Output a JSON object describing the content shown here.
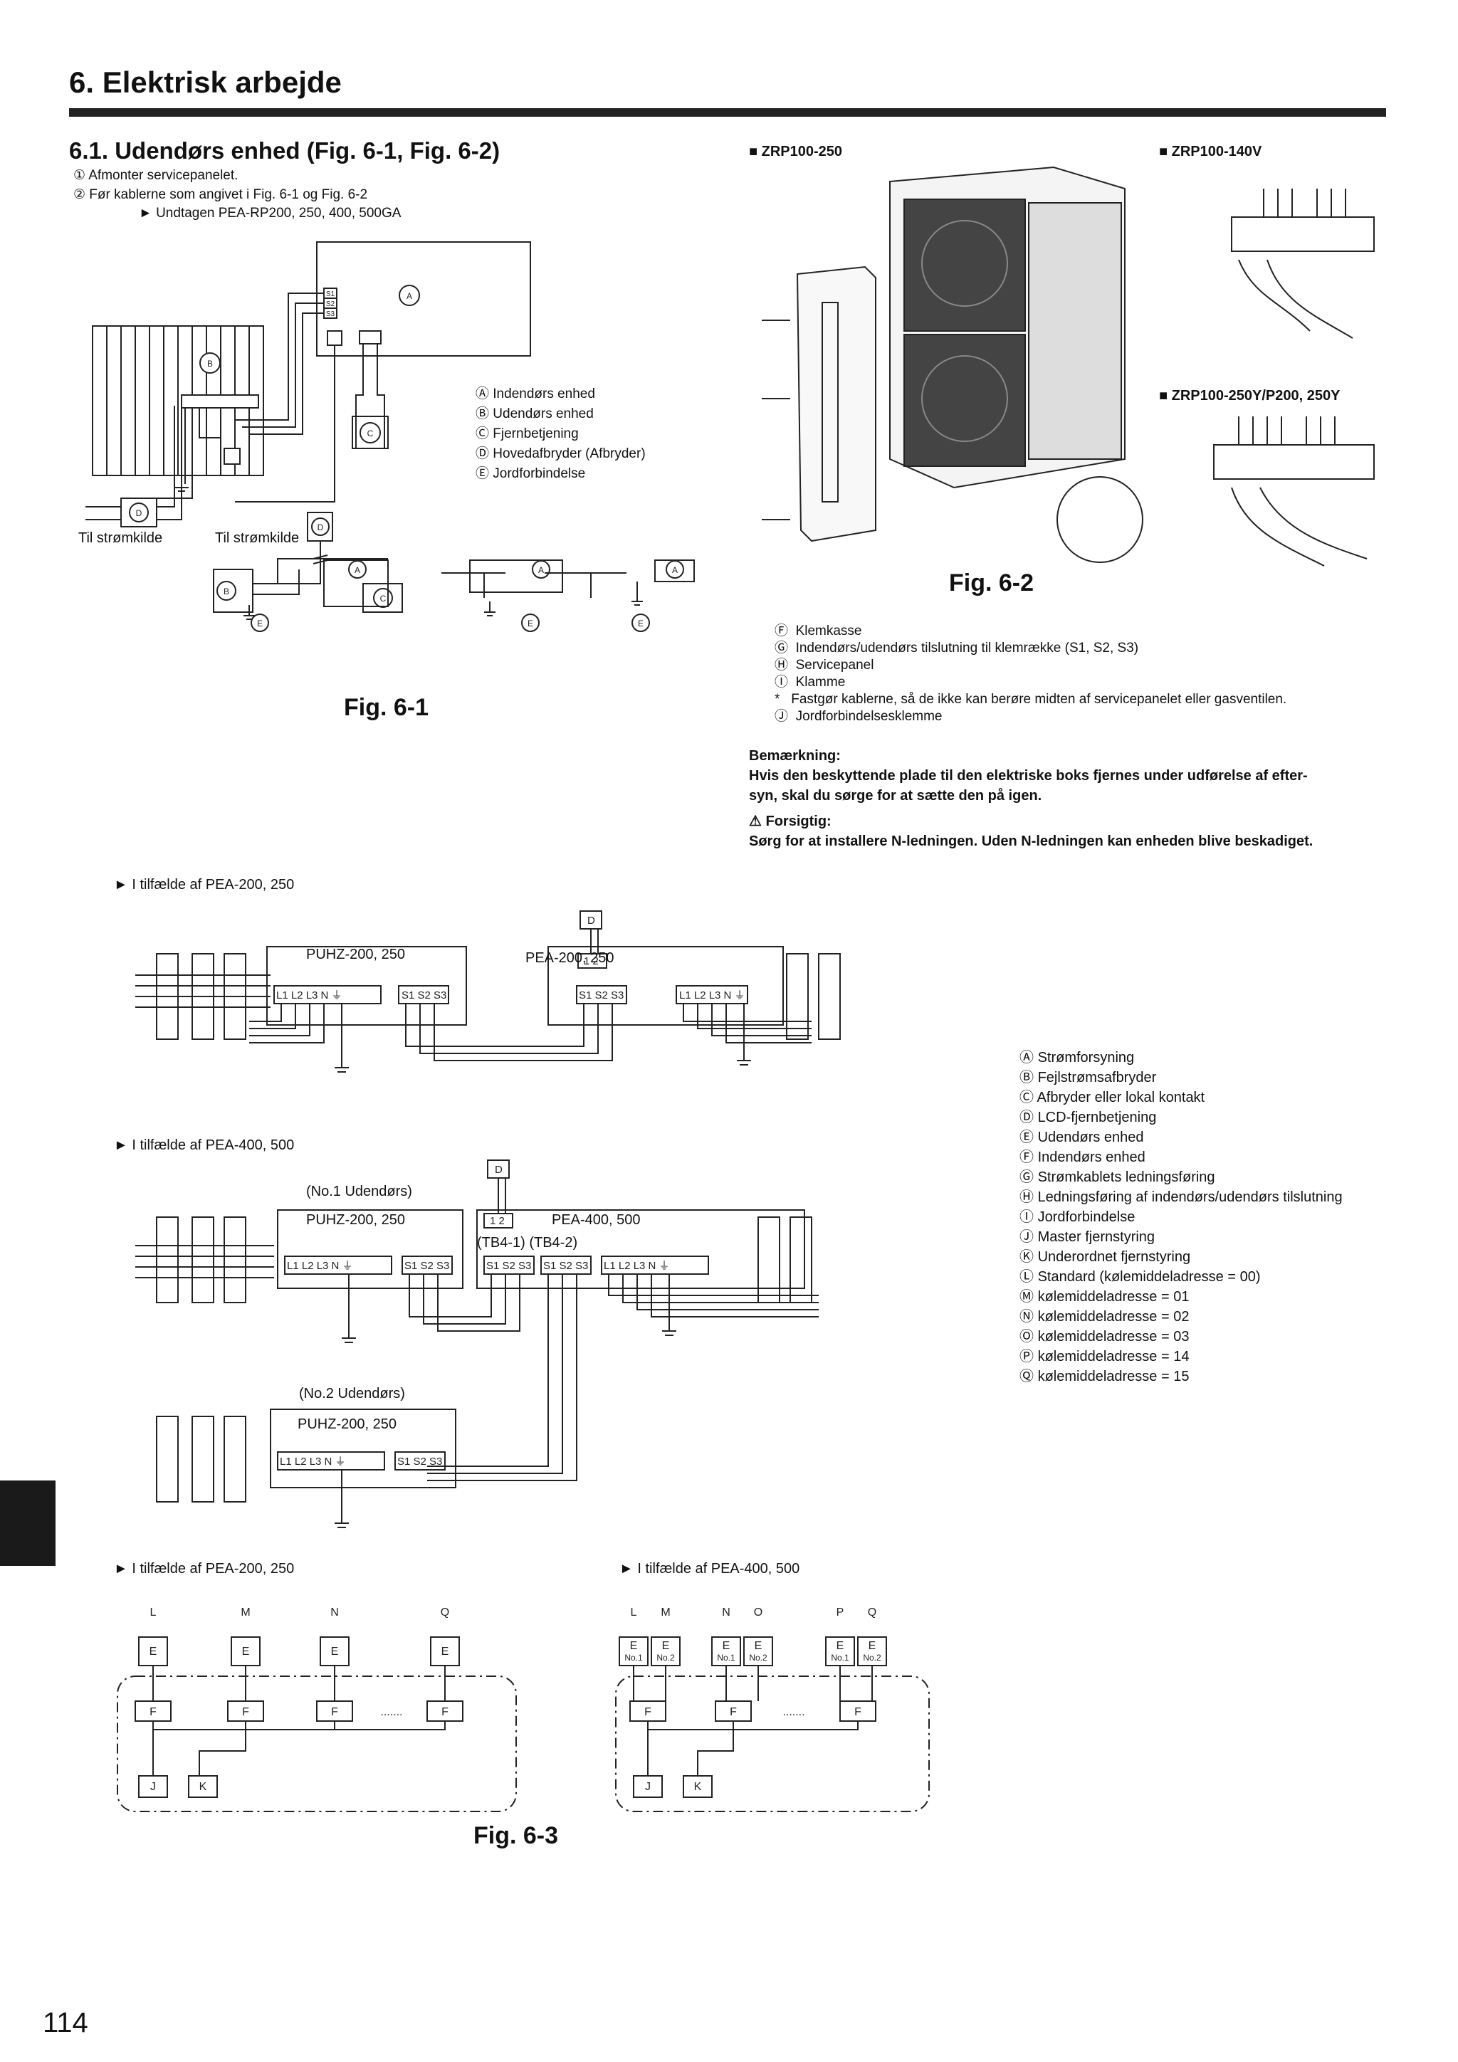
{
  "section_title": "6. Elektrisk arbejde",
  "subsection_title": "6.1. Udendørs enhed (Fig. 6-1, Fig. 6-2)",
  "steps": [
    "① Afmonter servicepanelet.",
    "② Før kablerne som angivet i Fig. 6-1 og Fig. 6-2",
    "► Undtagen PEA-RP200, 250, 400, 500GA"
  ],
  "fig61": {
    "legend": [
      "Ⓐ  Indendørs enhed",
      "Ⓑ  Udendørs enhed",
      "Ⓒ  Fjernbetjening",
      "Ⓓ  Hovedafbryder (Afbryder)",
      "Ⓔ  Jordforbindelse"
    ],
    "power_left": "Til strømkilde",
    "power_right": "Til strømkilde",
    "caption": "Fig. 6-1"
  },
  "fig62": {
    "model1": "ZRP100-250",
    "model2": "ZRP100-140V",
    "model3": "ZRP100-250Y/P200, 250Y",
    "caption": "Fig. 6-2",
    "legend": [
      {
        "key": "Ⓕ",
        "text": "Klemkasse"
      },
      {
        "key": "Ⓖ",
        "text": "Indendørs/udendørs tilslutning til klemrække (S1, S2, S3)"
      },
      {
        "key": "Ⓗ",
        "text": "Servicepanel"
      },
      {
        "key": "Ⓘ",
        "text": "Klamme"
      },
      {
        "key": "*",
        "text": "Fastgør kablerne, så de ikke kan berøre midten af servicepanelet eller gasventilen."
      },
      {
        "key": "Ⓙ",
        "text": "Jordforbindelsesklemme"
      }
    ]
  },
  "note": {
    "title": "Bemærkning:",
    "text1": "Hvis den beskyttende plade til den elektriske boks fjernes under udførelse af efter-",
    "text2": "syn, skal du sørge for at sætte den på igen."
  },
  "caution": {
    "title": "Forsigtig:",
    "text": "Sørg for at installere N-ledningen. Uden N-ledningen kan enheden blive beskadiget."
  },
  "case1": "► I tilfælde af PEA-200, 250",
  "case2": "► I tilfælde af PEA-400, 500",
  "case3": "► I tilfælde af PEA-200, 250",
  "case4": "► I tilfælde af PEA-400, 500",
  "diagram_labels": {
    "puhz": "PUHZ-200, 250",
    "pea200": "PEA-200, 250",
    "pea400": "PEA-400, 500",
    "no1": "(No.1 Udendørs)",
    "no2": "(No.2 Udendørs)",
    "tb": "(TB4-1)  (TB4-2)"
  },
  "legend_big": [
    {
      "key": "Ⓐ",
      "text": "Strømforsyning"
    },
    {
      "key": "Ⓑ",
      "text": "Fejlstrømsafbryder"
    },
    {
      "key": "Ⓒ",
      "text": "Afbryder eller lokal kontakt"
    },
    {
      "key": "Ⓓ",
      "text": "LCD-fjernbetjening"
    },
    {
      "key": "Ⓔ",
      "text": "Udendørs enhed"
    },
    {
      "key": "Ⓕ",
      "text": "Indendørs enhed"
    },
    {
      "key": "Ⓖ",
      "text": "Strømkablets ledningsføring"
    },
    {
      "key": "Ⓗ",
      "text": "Ledningsføring af indendørs/udendørs tilslutning"
    },
    {
      "key": "Ⓘ",
      "text": "Jordforbindelse"
    },
    {
      "key": "Ⓙ",
      "text": "Master fjernstyring"
    },
    {
      "key": "Ⓚ",
      "text": "Underordnet fjernstyring"
    },
    {
      "key": "Ⓛ",
      "text": "Standard (kølemiddeladresse = 00)"
    },
    {
      "key": "Ⓜ",
      "text": "kølemiddeladresse = 01"
    },
    {
      "key": "Ⓝ",
      "text": "kølemiddeladresse = 02"
    },
    {
      "key": "Ⓞ",
      "text": "kølemiddeladresse = 03"
    },
    {
      "key": "Ⓟ",
      "text": "kølemiddeladresse = 14"
    },
    {
      "key": "Ⓠ",
      "text": "kølemiddeladresse = 15"
    }
  ],
  "fig63_caption": "Fig. 6-3",
  "page_number": "114"
}
